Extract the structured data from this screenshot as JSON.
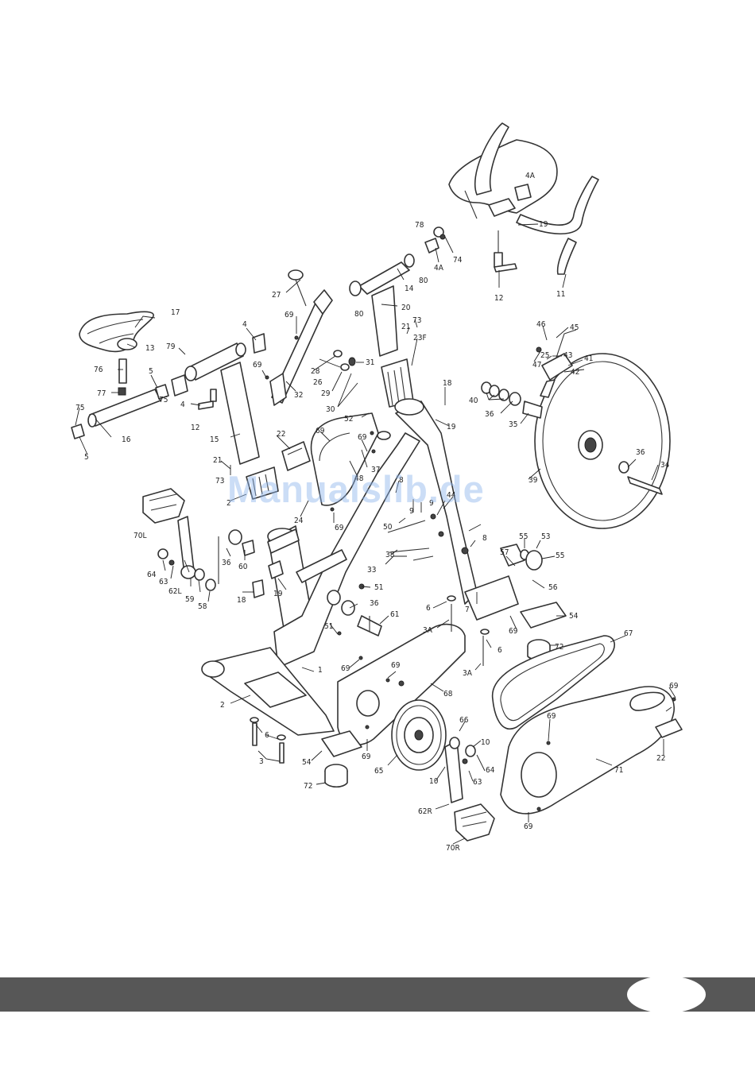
{
  "watermark": "Manualslib.de",
  "colors": {
    "footer_bar": "#575757",
    "line": "#333333",
    "watermark": "#8cb4eb"
  },
  "parts": [
    {
      "id": "p4A_1",
      "text": "4A"
    },
    {
      "id": "p19_1",
      "text": "19"
    },
    {
      "id": "p78",
      "text": "78"
    },
    {
      "id": "p74",
      "text": "74"
    },
    {
      "id": "p4A_2",
      "text": "4A"
    },
    {
      "id": "p12_1",
      "text": "12"
    },
    {
      "id": "p11",
      "text": "11"
    },
    {
      "id": "p14",
      "text": "14"
    },
    {
      "id": "p80_1",
      "text": "80"
    },
    {
      "id": "p27",
      "text": "27"
    },
    {
      "id": "p20",
      "text": "20"
    },
    {
      "id": "p80_2",
      "text": "80"
    },
    {
      "id": "p17",
      "text": "17"
    },
    {
      "id": "p69_1",
      "text": "69"
    },
    {
      "id": "p4_1",
      "text": "4"
    },
    {
      "id": "p21_1",
      "text": "21"
    },
    {
      "id": "p73_1",
      "text": "73"
    },
    {
      "id": "p46",
      "text": "46"
    },
    {
      "id": "p45",
      "text": "45"
    },
    {
      "id": "p13",
      "text": "13"
    },
    {
      "id": "p79",
      "text": "79"
    },
    {
      "id": "p23F",
      "text": "23F"
    },
    {
      "id": "p47",
      "text": "47"
    },
    {
      "id": "p43",
      "text": "43"
    },
    {
      "id": "p41",
      "text": "41"
    },
    {
      "id": "p25",
      "text": "25"
    },
    {
      "id": "p42",
      "text": "42"
    },
    {
      "id": "p69_2",
      "text": "69"
    },
    {
      "id": "p28",
      "text": "28"
    },
    {
      "id": "p26",
      "text": "26"
    },
    {
      "id": "p31",
      "text": "31"
    },
    {
      "id": "p76",
      "text": "76"
    },
    {
      "id": "p5_1",
      "text": "5"
    },
    {
      "id": "p29",
      "text": "29"
    },
    {
      "id": "p18_1",
      "text": "18"
    },
    {
      "id": "p77",
      "text": "77"
    },
    {
      "id": "p32",
      "text": "32"
    },
    {
      "id": "p4_2",
      "text": "4"
    },
    {
      "id": "p75_1",
      "text": "75"
    },
    {
      "id": "p30",
      "text": "30"
    },
    {
      "id": "p40",
      "text": "40"
    },
    {
      "id": "p75_2",
      "text": "75"
    },
    {
      "id": "p12_2",
      "text": "12"
    },
    {
      "id": "p52",
      "text": "52"
    },
    {
      "id": "p19_2",
      "text": "19"
    },
    {
      "id": "p36_1",
      "text": "36"
    },
    {
      "id": "p16",
      "text": "16"
    },
    {
      "id": "p35",
      "text": "35"
    },
    {
      "id": "p15",
      "text": "15"
    },
    {
      "id": "p5_2",
      "text": "5"
    },
    {
      "id": "p22_1",
      "text": "22"
    },
    {
      "id": "p69_3",
      "text": "69"
    },
    {
      "id": "p69_4",
      "text": "69"
    },
    {
      "id": "p37",
      "text": "37"
    },
    {
      "id": "p36_2",
      "text": "36"
    },
    {
      "id": "p34",
      "text": "34"
    },
    {
      "id": "p21_2",
      "text": "21"
    },
    {
      "id": "p73_2",
      "text": "73"
    },
    {
      "id": "p48",
      "text": "48"
    },
    {
      "id": "p8_1",
      "text": "8"
    },
    {
      "id": "p39",
      "text": "39"
    },
    {
      "id": "p2_1",
      "text": "2"
    },
    {
      "id": "p9_1",
      "text": "9"
    },
    {
      "id": "p44",
      "text": "44"
    },
    {
      "id": "p24",
      "text": "24"
    },
    {
      "id": "p69_5",
      "text": "69"
    },
    {
      "id": "p70L",
      "text": "70L"
    },
    {
      "id": "p50",
      "text": "50"
    },
    {
      "id": "p9_2",
      "text": "9"
    },
    {
      "id": "p55_1",
      "text": "55"
    },
    {
      "id": "p53",
      "text": "53"
    },
    {
      "id": "p8_2",
      "text": "8"
    },
    {
      "id": "p38",
      "text": "38"
    },
    {
      "id": "p57",
      "text": "57"
    },
    {
      "id": "p55_2",
      "text": "55"
    },
    {
      "id": "p36_3",
      "text": "36"
    },
    {
      "id": "p60",
      "text": "60"
    },
    {
      "id": "p33",
      "text": "33"
    },
    {
      "id": "p64_1",
      "text": "64"
    },
    {
      "id": "p63_1",
      "text": "63"
    },
    {
      "id": "p19_3",
      "text": "19"
    },
    {
      "id": "p56",
      "text": "56"
    },
    {
      "id": "p51_1",
      "text": "51"
    },
    {
      "id": "p62L",
      "text": "62L"
    },
    {
      "id": "p59",
      "text": "59"
    },
    {
      "id": "p18_2",
      "text": "18"
    },
    {
      "id": "p58",
      "text": "58"
    },
    {
      "id": "p36_4",
      "text": "36"
    },
    {
      "id": "p6_1",
      "text": "6"
    },
    {
      "id": "p7",
      "text": "7"
    },
    {
      "id": "p54_1",
      "text": "54"
    },
    {
      "id": "p61",
      "text": "61"
    },
    {
      "id": "p3A_1",
      "text": "3A"
    },
    {
      "id": "p69_6",
      "text": "69"
    },
    {
      "id": "p51_2",
      "text": "51"
    },
    {
      "id": "p72_1",
      "text": "72"
    },
    {
      "id": "p67",
      "text": "67"
    },
    {
      "id": "p6_2",
      "text": "6"
    },
    {
      "id": "p1",
      "text": "1"
    },
    {
      "id": "p69_7",
      "text": "69"
    },
    {
      "id": "p69_8",
      "text": "69"
    },
    {
      "id": "p3A_2",
      "text": "3A"
    },
    {
      "id": "p68",
      "text": "68"
    },
    {
      "id": "p69_9",
      "text": "69"
    },
    {
      "id": "p2_2",
      "text": "2"
    },
    {
      "id": "p69_10",
      "text": "69"
    },
    {
      "id": "p6_3",
      "text": "6"
    },
    {
      "id": "p66",
      "text": "66"
    },
    {
      "id": "p10_1",
      "text": "10"
    },
    {
      "id": "p22_2",
      "text": "22"
    },
    {
      "id": "p3",
      "text": "3"
    },
    {
      "id": "p54_2",
      "text": "54"
    },
    {
      "id": "p69_11",
      "text": "69"
    },
    {
      "id": "p64_2",
      "text": "64"
    },
    {
      "id": "p71",
      "text": "71"
    },
    {
      "id": "p65",
      "text": "65"
    },
    {
      "id": "p10_2",
      "text": "10"
    },
    {
      "id": "p63_2",
      "text": "63"
    },
    {
      "id": "p72_2",
      "text": "72"
    },
    {
      "id": "p62R",
      "text": "62R"
    },
    {
      "id": "p69_12",
      "text": "69"
    },
    {
      "id": "p70R",
      "text": "70R"
    }
  ]
}
